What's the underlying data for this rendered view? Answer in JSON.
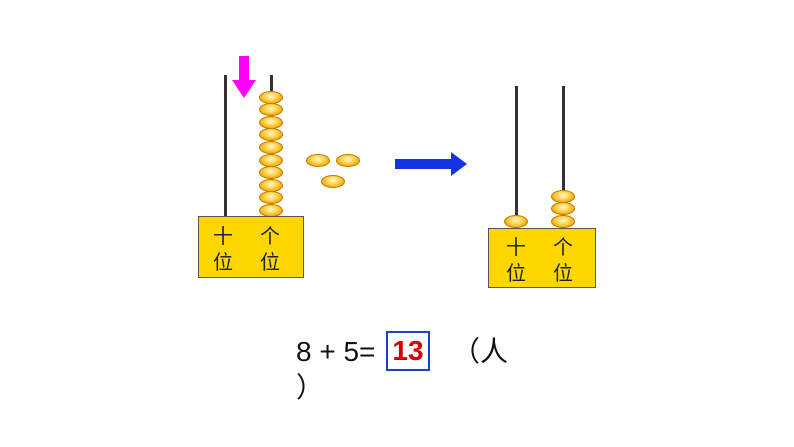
{
  "abacus_left": {
    "tens_label": [
      "十",
      "位"
    ],
    "ones_label": [
      "个",
      "位"
    ],
    "ones_beads": 10
  },
  "loose_beads": 3,
  "abacus_right": {
    "tens_label": [
      "十",
      "位"
    ],
    "ones_label": [
      "个",
      "位"
    ],
    "tens_beads": 1,
    "ones_beads": 3
  },
  "equation": {
    "expression": "8 + 5=",
    "answer": "13",
    "unit_open": "（人",
    "unit_close": "）"
  },
  "colors": {
    "down_arrow": "#FF00FF",
    "right_arrow": "#1533E6",
    "bead": "#F7A800",
    "base": "#FFD700",
    "answer": "#D40000",
    "answer_border": "#1F3FBF"
  }
}
